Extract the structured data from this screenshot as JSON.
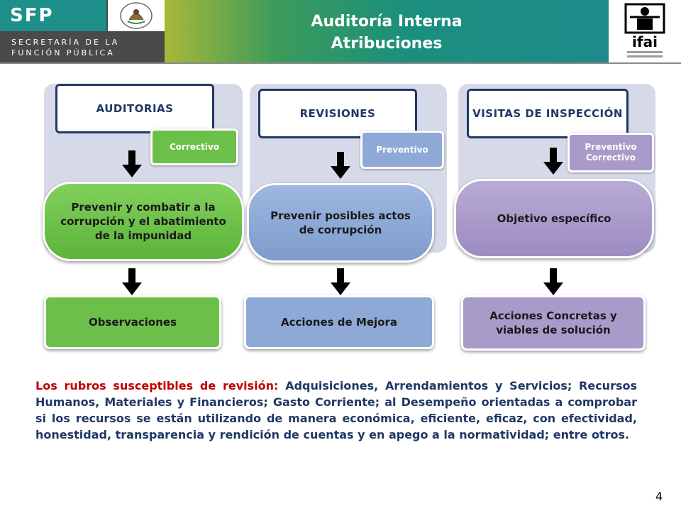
{
  "header": {
    "logo_text": "SFP",
    "logo_line1": "SECRETARÍA DE LA",
    "logo_line2": "FUNCIÓN PÚBLICA",
    "title_line1": "Auditoría Interna",
    "title_line2": "Atribuciones",
    "partner_logo_text": "ifai"
  },
  "columns": [
    {
      "heading": "AUDITORIAS",
      "tag": "Correctivo",
      "objective": "Prevenir y combatir a la corrupción y  el abatimiento de la impunidad",
      "result": "Observaciones"
    },
    {
      "heading": "REVISIONES",
      "tag": "Preventivo",
      "objective": "Prevenir posibles actos de corrupción",
      "result": "Acciones de Mejora"
    },
    {
      "heading": "VISITAS DE INSPECCIÓN",
      "tag": "Preventivo Correctivo",
      "objective": "Objetivo específico",
      "result": "Acciones Concretas y viables de solución"
    }
  ],
  "paragraph": {
    "lead": "Los rubros susceptibles de revisión:",
    "body": " Adquisiciones, Arrendamientos y Servicios; Recursos Humanos, Materiales y Financieros; Gasto Corriente; al Desempeño orientadas a comprobar si los recursos se están utilizando de manera económica, eficiente, eficaz, con efectividad, honestidad, transparencia y rendición de cuentas y en apego a la normatividad; entre otros."
  },
  "page_number": "4",
  "colors": {
    "green": "#6cc04a",
    "blue": "#8ea9d6",
    "purple": "#a99bc9",
    "navy": "#1f3864",
    "red": "#c00000"
  }
}
